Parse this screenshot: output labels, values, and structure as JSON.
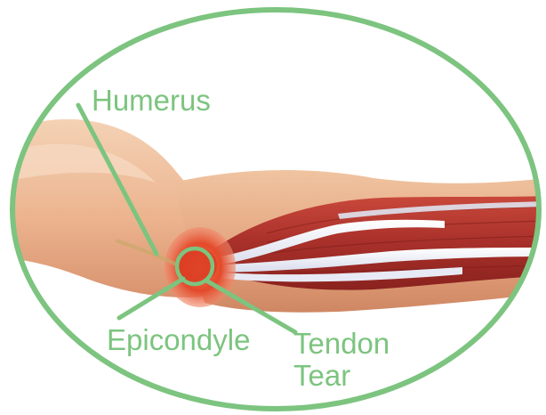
{
  "labels": {
    "humerus": "Humerus",
    "epicondyle": "Epicondyle",
    "tendon_line1": "Tendon",
    "tendon_line2": "Tear"
  },
  "colors": {
    "accent": "#7cc47f",
    "skin_light": "#f2c9a7",
    "skin_mid": "#e8ab82",
    "muscle": "#b83a2f",
    "muscle_dark": "#8f2520",
    "tendon": "#ecefff",
    "inflammation": "#e44a2c"
  }
}
